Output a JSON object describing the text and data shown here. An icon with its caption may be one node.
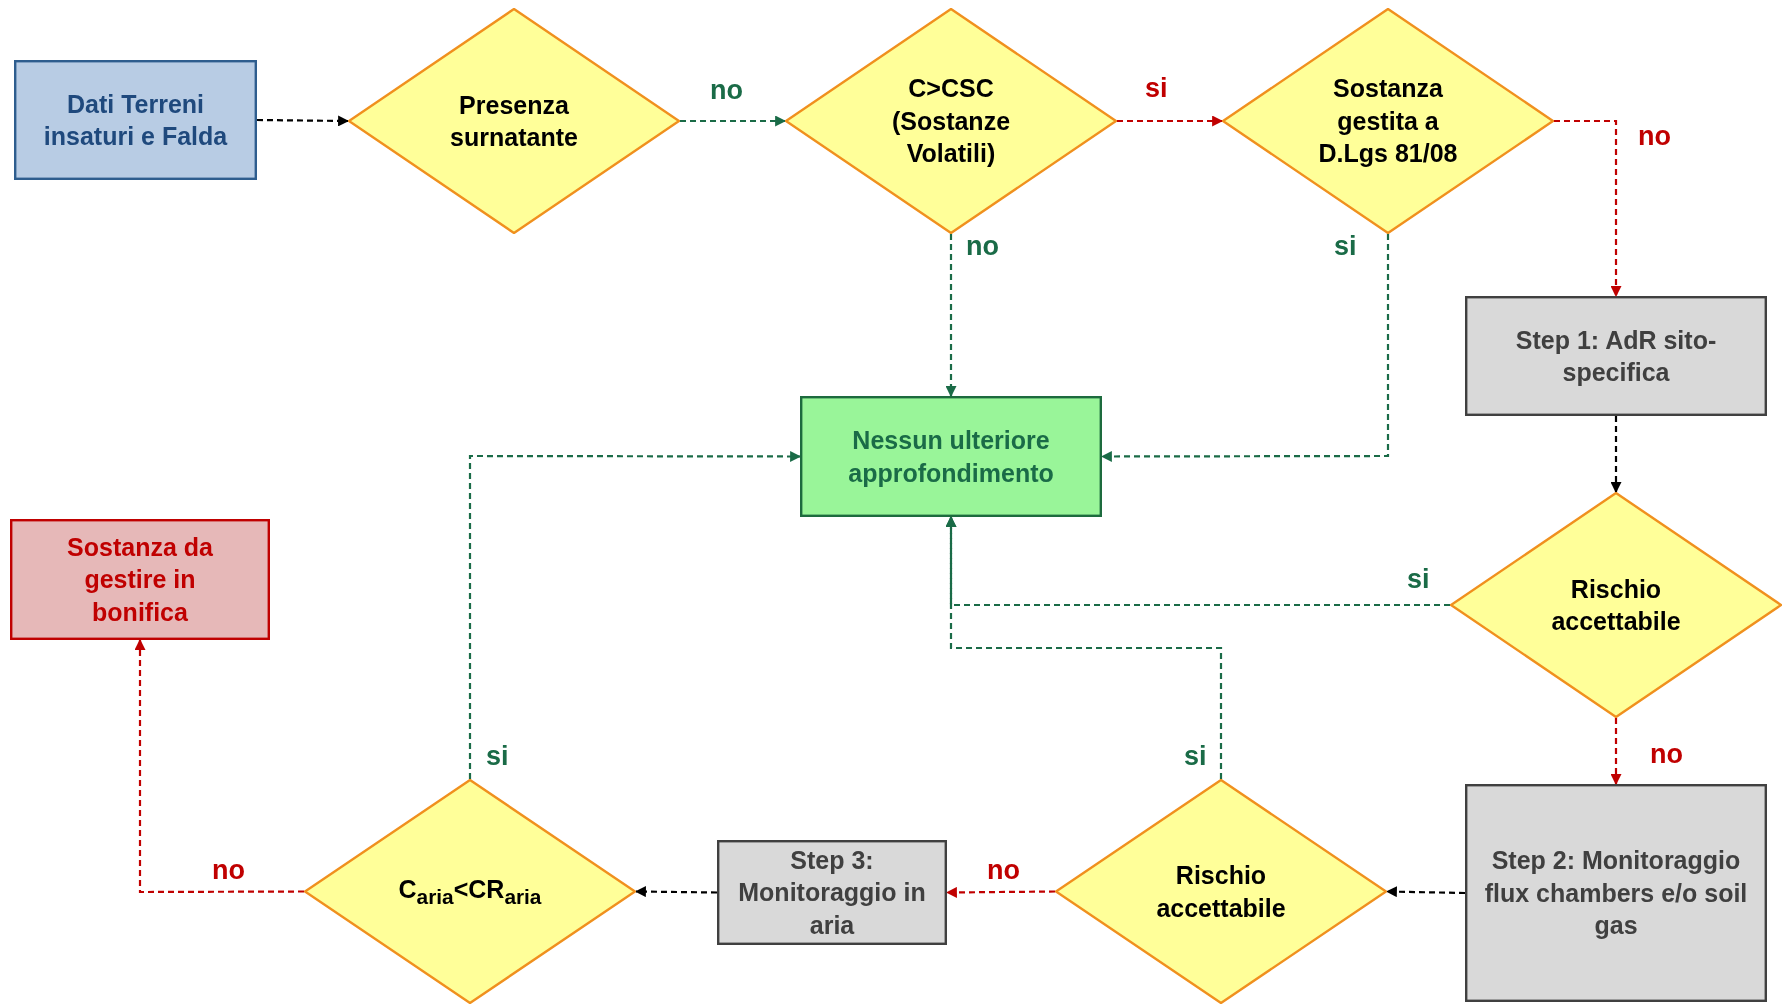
{
  "diagram": {
    "nodes": [
      {
        "text": [
          "Dati Terreni insaturi e Falda"
        ]
      },
      {
        "text": [
          "Presenza surnatante"
        ]
      },
      {
        "text": [
          "C>CSC (Sostanze Volatili)"
        ]
      },
      {
        "text": [
          "Sostanza gestita a D.Lgs 81/08"
        ]
      },
      {
        "text": [
          "Step 1: AdR sito-specifica"
        ]
      },
      {
        "text": [
          "Nessun ulteriore approfondimento"
        ]
      },
      {
        "text": [
          "Sostanza da gestire in bonifica"
        ]
      },
      {
        "text": [
          "Rischio accettabile"
        ]
      },
      {
        "text": [
          "Step 2: Monitoraggio flux chambers e/o soil gas"
        ]
      },
      {
        "text": [
          "Rischio accettabile"
        ]
      },
      {
        "text": [
          "Step 3: Monitoraggio in aria"
        ]
      },
      {
        "text": [
          "C$_{aria}$<CR$_{aria}$"
        ]
      }
    ],
    "edges": [
      {
        "from": 0,
        "to": 1,
        "arrow": "to",
        "style": "dashed",
        "color": "#000000"
      },
      {
        "from": 1,
        "to": 2,
        "arrow": "to",
        "style": "dashed",
        "label": "no"
      },
      {
        "from": 2,
        "to": 3,
        "arrow": "to",
        "style": "dashed",
        "color": "#c00000",
        "label": "si"
      },
      {
        "from": 3,
        "to": 4,
        "arrow": "to",
        "style": "dashed",
        "color": "#c00000",
        "label": "no"
      },
      {
        "from": 2,
        "to": 5,
        "arrow": "to",
        "style": "dashed",
        "label": "no"
      },
      {
        "from": 3,
        "to": 5,
        "arrow": "to",
        "style": "dashed",
        "label": "si"
      },
      {
        "from": 4,
        "to": 7,
        "arrow": "to",
        "style": "dashed",
        "color": "#000000"
      },
      {
        "from": 7,
        "to": 5,
        "arrow": "to",
        "style": "dashed",
        "label": "si"
      },
      {
        "from": 7,
        "to": 8,
        "arrow": "to",
        "style": "dashed",
        "color": "#c00000",
        "label": "no"
      },
      {
        "from": 8,
        "to": 9,
        "arrow": "to",
        "style": "dashed",
        "color": "#000000"
      },
      {
        "from": 9,
        "to": 5,
        "arrow": "to",
        "style": "dashed",
        "label": "si"
      },
      {
        "from": 9,
        "to": 10,
        "arrow": "to",
        "style": "dashed",
        "color": "#c00000",
        "label": "no"
      },
      {
        "from": 10,
        "to": 11,
        "arrow": "to",
        "style": "dashed",
        "color": "#000000"
      },
      {
        "from": 11,
        "to": 5,
        "arrow": "to",
        "style": "dashed",
        "label": "si"
      },
      {
        "from": 11,
        "to": 6,
        "arrow": "to",
        "style": "dashed",
        "color": "#c00000",
        "label": "no"
      }
    ]
  }
}
